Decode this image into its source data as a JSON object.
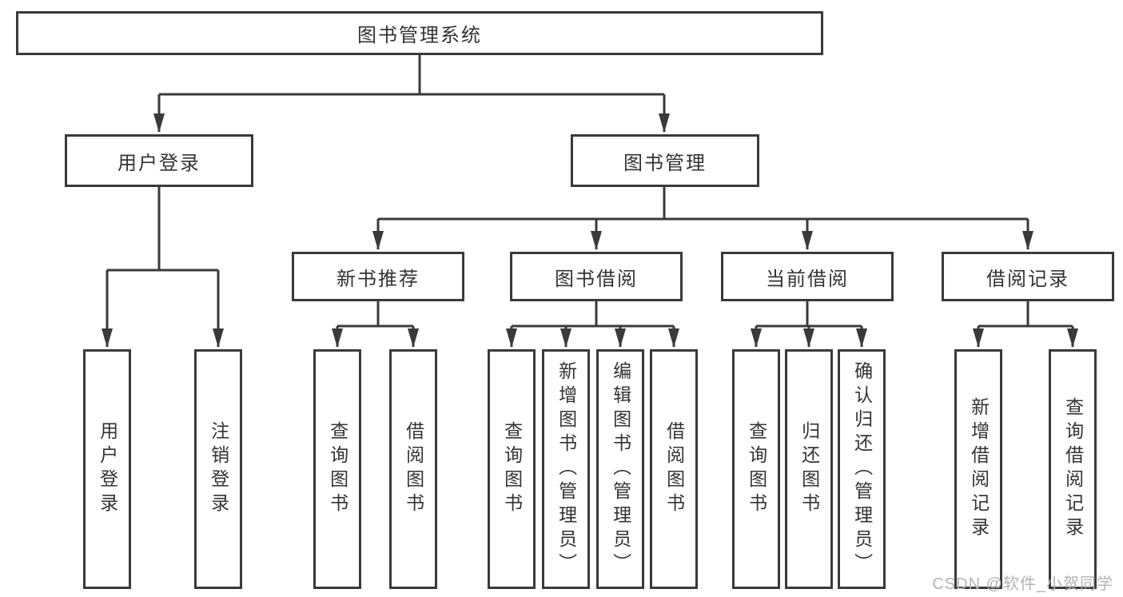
{
  "tree": {
    "root": "图书管理系统",
    "user_login": {
      "label": "用户登录",
      "leaves": [
        "用户登录",
        "注销登录"
      ]
    },
    "book_mgmt": {
      "label": "图书管理",
      "children": [
        {
          "label": "新书推荐",
          "leaves": [
            "查询图书",
            "借阅图书"
          ]
        },
        {
          "label": "图书借阅",
          "leaves": [
            "查询图书",
            "新增图书（管理员）",
            "编辑图书（管理员）",
            "借阅图书"
          ]
        },
        {
          "label": "当前借阅",
          "leaves": [
            "查询图书",
            "归还图书",
            "确认归还（管理员）"
          ]
        },
        {
          "label": "借阅记录",
          "leaves": [
            "新增借阅记录",
            "查询借阅记录"
          ]
        }
      ]
    }
  },
  "watermark": "CSDN @软件_小贺同学",
  "colors": {
    "line": "#3a3a3a",
    "text": "#333333",
    "watermark": "#b3b3b3",
    "background": "#ffffff"
  }
}
